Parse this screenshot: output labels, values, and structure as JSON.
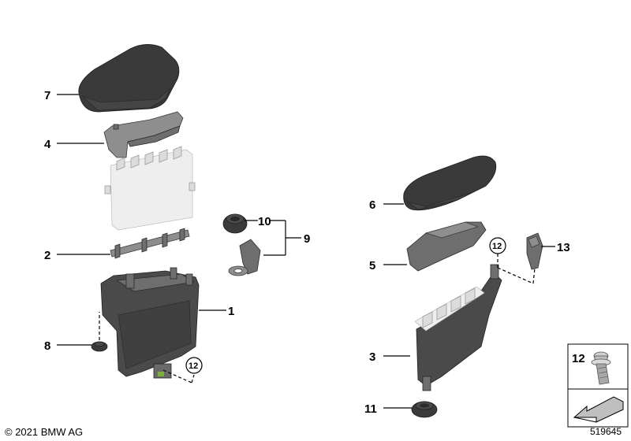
{
  "callouts": {
    "c1": "1",
    "c2": "2",
    "c3": "3",
    "c4": "4",
    "c5": "5",
    "c6": "6",
    "c7": "7",
    "c8": "8",
    "c9": "9",
    "c10": "10",
    "c11": "11",
    "c12a": "12",
    "c12b": "12",
    "c12c": "12",
    "c13": "13"
  },
  "footer": {
    "copyright": "© 2021 BMW AG",
    "diagram_number": "519645"
  }
}
